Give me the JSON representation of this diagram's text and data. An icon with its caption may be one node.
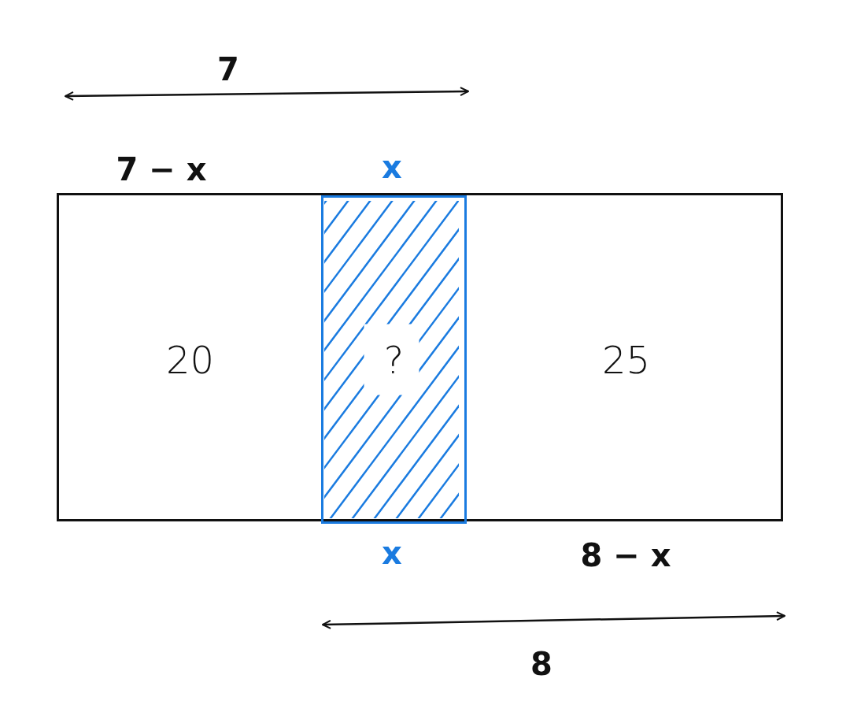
{
  "diagram": {
    "nodes": [
      {
        "text": [],
        "shape": "box"
      },
      {
        "text": [
          "20"
        ],
        "in": 0
      },
      {
        "text": [
          "?"
        ],
        "in": 0
      },
      {
        "text": [
          "25"
        ],
        "in": 0
      }
    ],
    "labels": [
      "7",
      "7 − x",
      "x",
      "x",
      "8 − x",
      "8"
    ]
  }
}
